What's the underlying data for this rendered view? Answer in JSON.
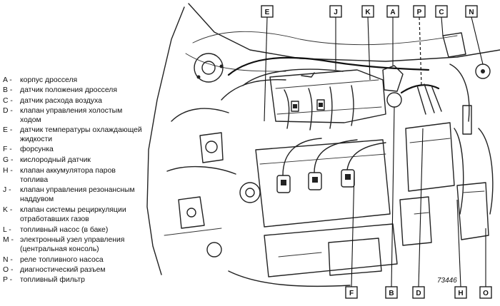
{
  "legend": [
    {
      "key": "A",
      "text": "корпус дросселя"
    },
    {
      "key": "B",
      "text": "датчик положения дросселя"
    },
    {
      "key": "C",
      "text": "датчик расхода воздуха"
    },
    {
      "key": "D",
      "text": "клапан управления холостым ходом"
    },
    {
      "key": "E",
      "text": "датчик температуры охлаждающей жидкости"
    },
    {
      "key": "F",
      "text": "форсунка"
    },
    {
      "key": "G",
      "text": "кислородный датчик"
    },
    {
      "key": "H",
      "text": "клапан аккумулятора паров топлива"
    },
    {
      "key": "J",
      "text": "клапан управления резонансным наддувом"
    },
    {
      "key": "K",
      "text": "клапан системы рециркуляции отработавших газов"
    },
    {
      "key": "L",
      "text": "топливный насос (в баке)"
    },
    {
      "key": "M",
      "text": "электронный узел управления (центральная консоль)"
    },
    {
      "key": "N",
      "text": "реле топливного насоса"
    },
    {
      "key": "O",
      "text": "диагностический разъем"
    },
    {
      "key": "P",
      "text": "топливный фильтр"
    }
  ],
  "legend_separator": "-",
  "top_tags": [
    "E",
    "J",
    "K",
    "A",
    "P",
    "C",
    "N"
  ],
  "bottom_tags": [
    "F",
    "B",
    "D",
    "H",
    "O"
  ],
  "reference_number": "73446"
}
